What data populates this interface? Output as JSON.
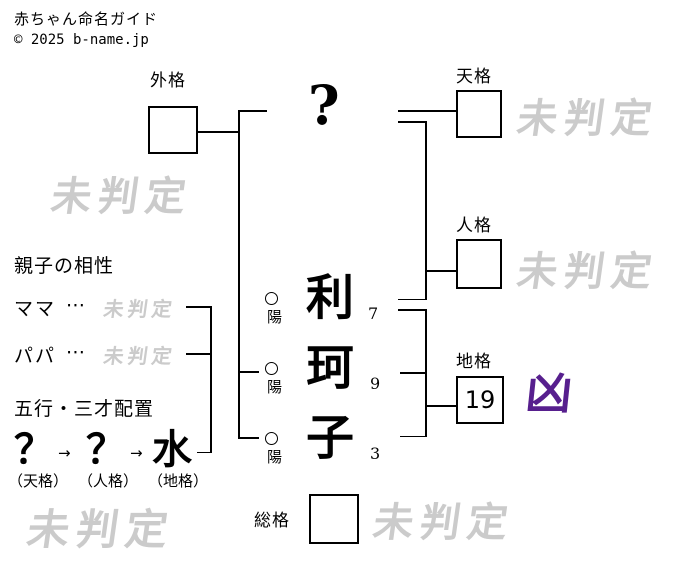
{
  "header": {
    "title": "赤ちゃん命名ガイド",
    "copyright": "© 2025 b-name.jp"
  },
  "colors": {
    "line": "#000000",
    "watermark_gray": "#cbcbcb",
    "luck_purple": "#571f8e"
  },
  "watermark_text": "未判定",
  "diagram": {
    "surname_placeholder": "?",
    "kaku": {
      "gaikaku": {
        "label": "外格",
        "value": "",
        "status": "未判定"
      },
      "tenkaku": {
        "label": "天格",
        "value": "",
        "status": "未判定"
      },
      "jinkaku": {
        "label": "人格",
        "value": "",
        "status": "未判定"
      },
      "chikaku": {
        "label": "地格",
        "value": "19",
        "luck": "凶"
      },
      "soukaku": {
        "label": "総格",
        "value": "",
        "status": "未判定"
      }
    },
    "name_chars": [
      {
        "char": "利",
        "strokes": "7",
        "mark": "○",
        "yinyang": "陽"
      },
      {
        "char": "珂",
        "strokes": "9",
        "mark": "○",
        "yinyang": "陽"
      },
      {
        "char": "子",
        "strokes": "3",
        "mark": "○",
        "yinyang": "陽"
      }
    ],
    "pending_watermark": "未判定"
  },
  "compatibility": {
    "heading": "親子の相性",
    "rows": [
      {
        "label": "ママ",
        "dots": "⋯",
        "status": "未判定"
      },
      {
        "label": "パパ",
        "dots": "⋯",
        "status": "未判定"
      }
    ]
  },
  "gogyo": {
    "heading": "五行・三才配置",
    "arrow": "→",
    "items": [
      {
        "element": "？",
        "label": "（天格）"
      },
      {
        "element": "？",
        "label": "（人格）"
      },
      {
        "element": "水",
        "label": "（地格）"
      }
    ]
  }
}
